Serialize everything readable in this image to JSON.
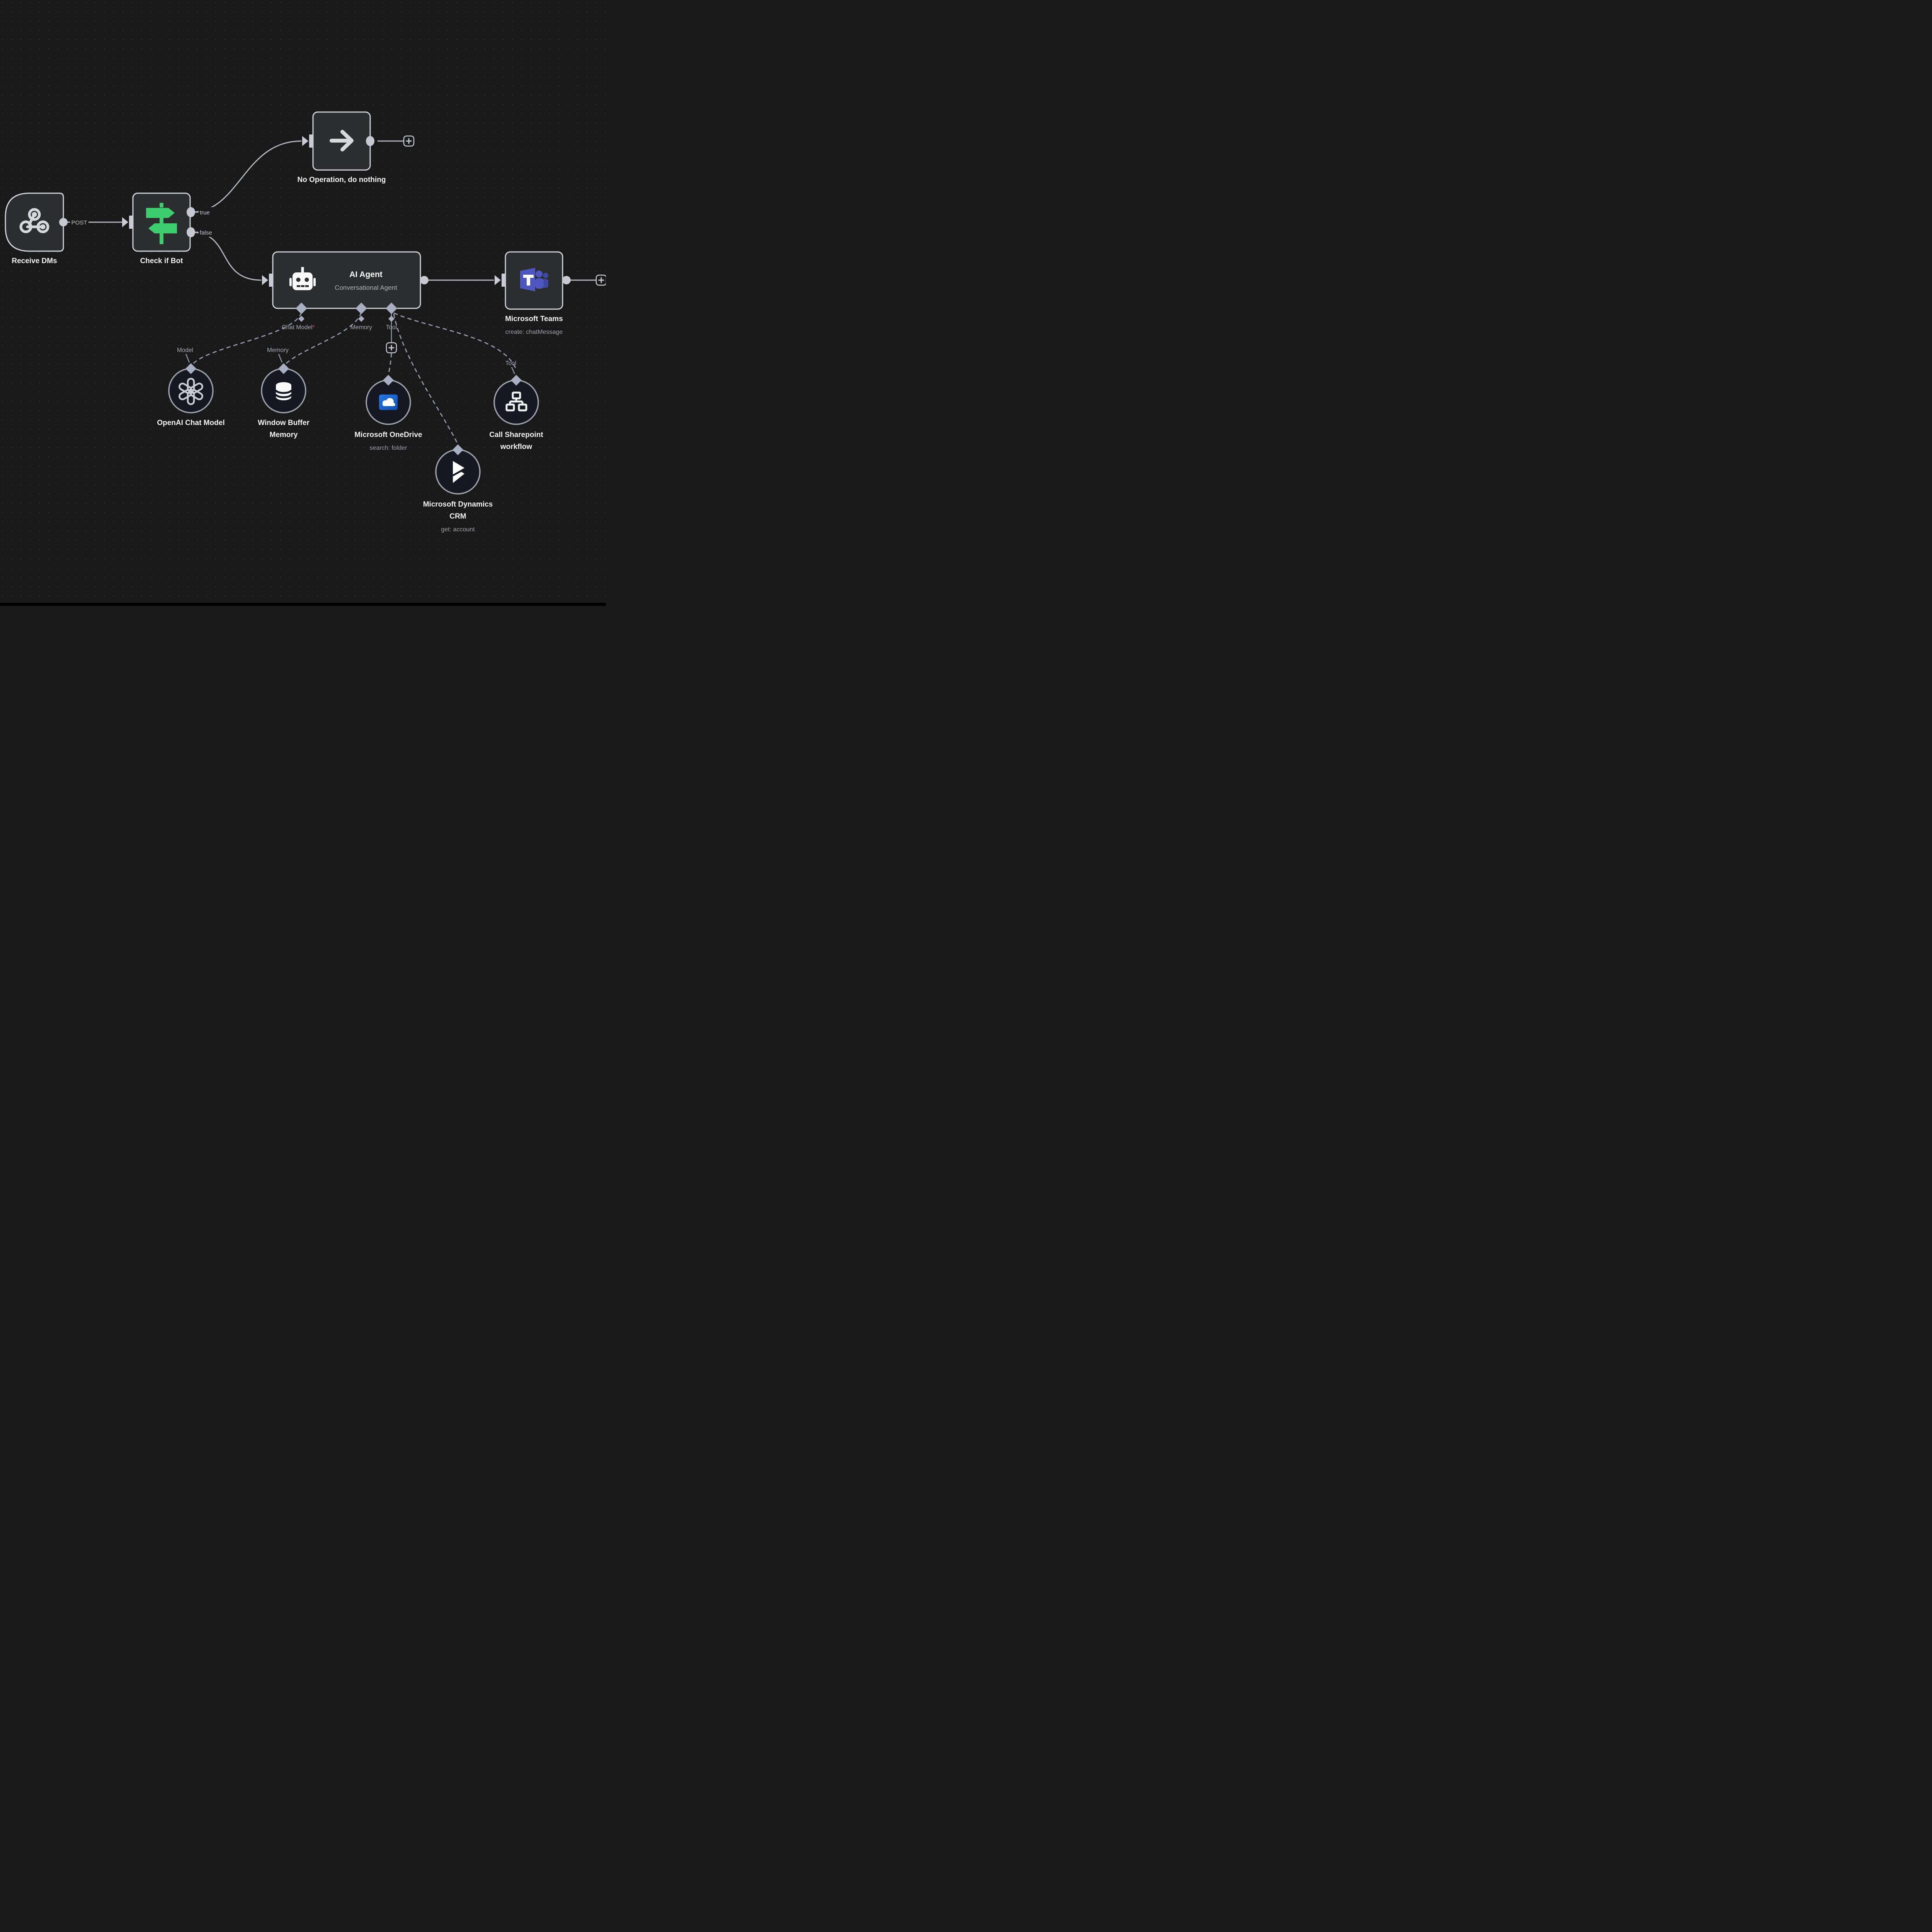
{
  "canvas": {
    "background": "#191919",
    "dot_color": "#343434",
    "bottom_bar_color": "#000000"
  },
  "palette": {
    "node_fill": "#2c2d2e",
    "node_border": "#d2d4db",
    "circle_fill": "#151823",
    "circle_border": "#9ca2ac",
    "connector_light": "#c9ccd5",
    "connector_diamond": "#a9afc3",
    "line_solid": "#b4b8c2",
    "line_dashed": "#9098aa",
    "label_primary": "#f2f3f5",
    "label_secondary": "#9fa2aa",
    "green": "#3ecd6e",
    "red_asterisk": "#e5484d",
    "teams_purple": "#4e56c0",
    "teams_purple_dark": "#3f47a3",
    "onedrive_blue_light": "#2176de",
    "onedrive_blue_dark": "#0d4fb3"
  },
  "nodes": {
    "receive_dms": {
      "label": "Receive DMs"
    },
    "check_if_bot": {
      "label": "Check if Bot",
      "output_true": "true",
      "output_false": "false"
    },
    "no_operation": {
      "label": "No Operation, do nothing"
    },
    "ai_agent": {
      "title": "AI Agent",
      "subtitle": "Conversational Agent",
      "port_chat_model": "Chat Model",
      "required_marker": "*",
      "port_memory": "Memory",
      "port_tool": "Tool"
    },
    "microsoft_teams": {
      "label": "Microsoft Teams",
      "sublabel": "create: chatMessage"
    },
    "openai_chat_model": {
      "label": "OpenAI Chat Model",
      "port_label": "Model"
    },
    "window_buffer_memory": {
      "label_line1": "Window Buffer",
      "label_line2": "Memory",
      "port_label": "Memory"
    },
    "microsoft_onedrive": {
      "label": "Microsoft OneDrive",
      "sublabel": "search: folder"
    },
    "microsoft_dynamics_crm": {
      "label_line1": "Microsoft Dynamics",
      "label_line2": "CRM",
      "sublabel": "get: account"
    },
    "call_sharepoint_workflow": {
      "label_line1": "Call Sharepoint",
      "label_line2": "workflow",
      "port_label": "Tool"
    }
  },
  "connections": {
    "post_label": "POST"
  }
}
